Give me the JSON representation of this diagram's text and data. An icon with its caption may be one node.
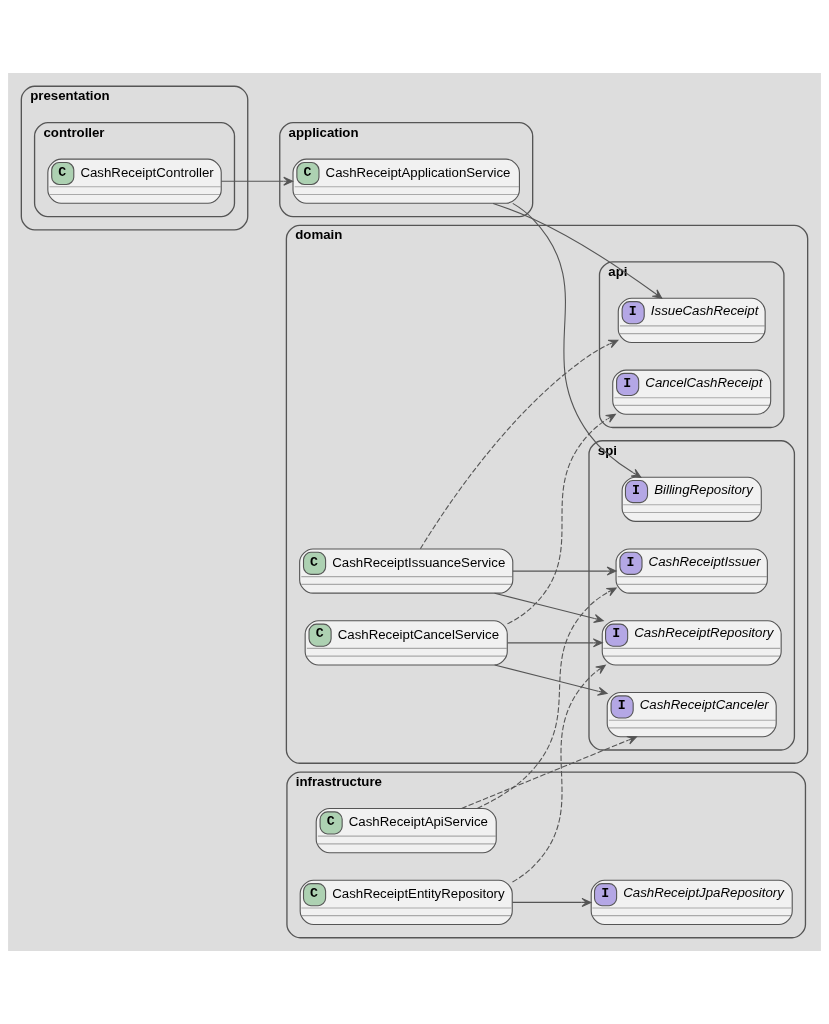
{
  "diagram": {
    "nodes": [
      {
        "text": [
          "presentation"
        ]
      },
      {
        "text": [
          "controller"
        ],
        "in": 0
      },
      {
        "text": [
          "C",
          "CashReceiptController"
        ],
        "in": 1
      },
      {
        "text": [
          "application"
        ]
      },
      {
        "text": [
          "C",
          "CashReceiptApplicationService"
        ],
        "in": 3
      },
      {
        "text": [
          "domain"
        ]
      },
      {
        "text": [
          "api"
        ],
        "in": 5
      },
      {
        "text": [
          "I",
          "IssueCashReceipt"
        ],
        "in": 6
      },
      {
        "text": [
          "I",
          "CancelCashReceipt"
        ],
        "in": 6
      },
      {
        "text": [
          "spi"
        ],
        "in": 5
      },
      {
        "text": [
          "I",
          "BillingRepository"
        ],
        "in": 9
      },
      {
        "text": [
          "I",
          "CashReceiptIssuer"
        ],
        "in": 9
      },
      {
        "text": [
          "I",
          "CashReceiptRepository"
        ],
        "in": 9
      },
      {
        "text": [
          "I",
          "CashReceiptCanceler"
        ],
        "in": 9
      },
      {
        "text": [
          "C",
          "CashReceiptIssuanceService"
        ],
        "in": 5
      },
      {
        "text": [
          "C",
          "CashReceiptCancelService"
        ],
        "in": 5
      },
      {
        "text": [
          "infrastructure"
        ]
      },
      {
        "text": [
          "C",
          "CashReceiptApiService"
        ],
        "in": 16
      },
      {
        "text": [
          "C",
          "CashReceiptEntityRepository"
        ],
        "in": 16
      },
      {
        "text": [
          "I",
          "CashReceiptJpaRepository"
        ],
        "in": 16
      }
    ],
    "edges": [
      {
        "from": 2,
        "to": 4,
        "arrow": "to"
      },
      {
        "from": 4,
        "to": 7,
        "arrow": "to"
      },
      {
        "from": 4,
        "to": 10,
        "arrow": "to"
      },
      {
        "from": 14,
        "to": 7,
        "arrow": "to",
        "style": "dashed"
      },
      {
        "from": 14,
        "to": 11,
        "arrow": "to"
      },
      {
        "from": 14,
        "to": 12,
        "arrow": "to"
      },
      {
        "from": 15,
        "to": 8,
        "arrow": "to",
        "style": "dashed"
      },
      {
        "from": 15,
        "to": 12,
        "arrow": "to"
      },
      {
        "from": 15,
        "to": 13,
        "arrow": "to"
      },
      {
        "from": 17,
        "to": 11,
        "arrow": "to",
        "style": "dashed"
      },
      {
        "from": 17,
        "to": 13,
        "arrow": "to",
        "style": "dashed"
      },
      {
        "from": 18,
        "to": 12,
        "arrow": "to",
        "style": "dashed"
      },
      {
        "from": 18,
        "to": 19,
        "arrow": "to"
      }
    ]
  }
}
